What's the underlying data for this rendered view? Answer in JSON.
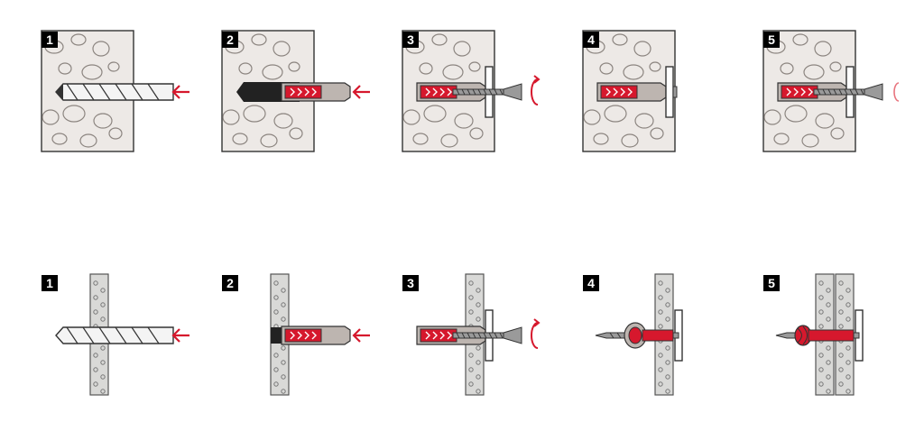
{
  "colors": {
    "concrete": "#ede9e6",
    "stone_stroke": "#8c8580",
    "board": "#d9d9d7",
    "plug_grey": "#bdb5b0",
    "plug_red": "#d6182d",
    "arrow_red": "#d6182d",
    "screw": "#9a9a9a",
    "badge_bg": "#000000",
    "badge_text": "#ffffff"
  },
  "rows": [
    {
      "material": "solid-concrete",
      "steps": [
        {
          "number": "1",
          "action": "drill"
        },
        {
          "number": "2",
          "action": "insert-plug"
        },
        {
          "number": "3",
          "action": "screw-in"
        },
        {
          "number": "4",
          "action": "screw-in"
        },
        {
          "number": "5",
          "action": "screw-in"
        }
      ]
    },
    {
      "material": "board",
      "steps": [
        {
          "number": "1",
          "action": "drill"
        },
        {
          "number": "2",
          "action": "insert-plug"
        },
        {
          "number": "3",
          "action": "screw-in"
        },
        {
          "number": "4",
          "action": "knot-behind-board"
        },
        {
          "number": "5",
          "action": "knot-behind-board"
        }
      ]
    }
  ],
  "icons": [
    "arrow-left-icon",
    "rotate-clockwise-icon",
    "drill-bit-icon",
    "wall-plug-icon",
    "screw-icon"
  ]
}
